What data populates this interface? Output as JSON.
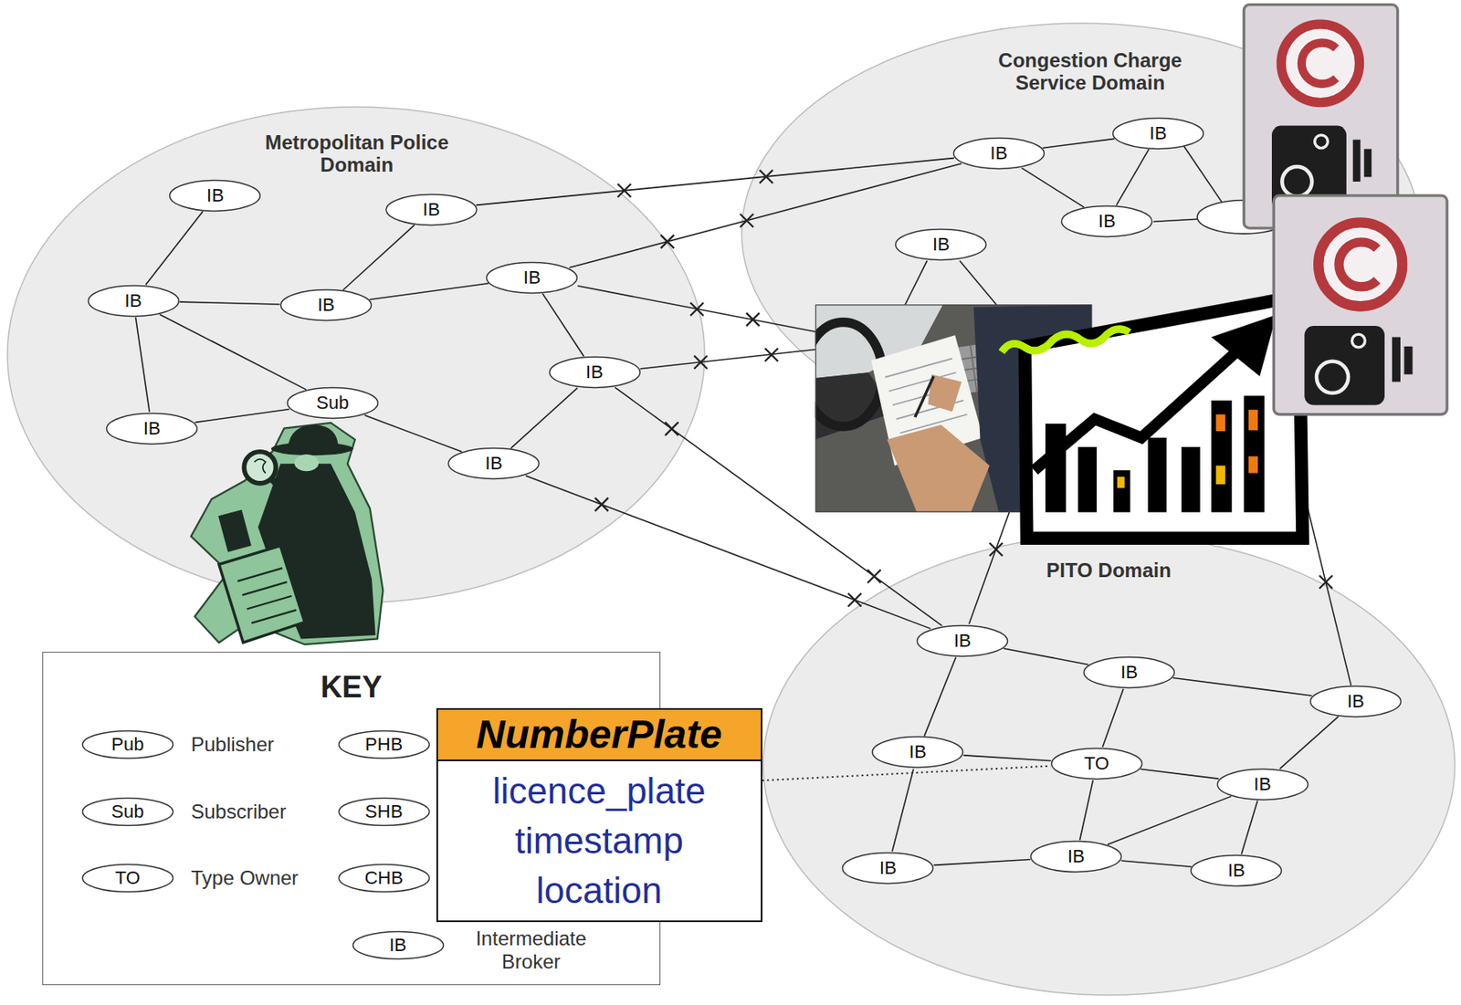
{
  "diagram": {
    "nodes": [
      {
        "text": [
          "Metropolitan Police Domain"
        ]
      },
      {
        "text": [
          "IB"
        ],
        "in": 0
      },
      {
        "text": [
          "IB"
        ],
        "in": 0
      },
      {
        "text": [
          "IB"
        ],
        "in": 0
      },
      {
        "text": [
          "IB"
        ],
        "in": 0
      },
      {
        "text": [
          "IB"
        ],
        "in": 0
      },
      {
        "text": [
          "IB"
        ],
        "in": 0
      },
      {
        "text": [
          "Sub"
        ],
        "in": 0
      },
      {
        "text": [
          "IB"
        ],
        "in": 0
      },
      {
        "text": [
          "IB"
        ],
        "in": 0
      },
      {
        "text": [
          "Congestion Charge Service Domain"
        ]
      },
      {
        "text": [
          "IB"
        ],
        "in": 10
      },
      {
        "text": [
          "IB"
        ],
        "in": 10
      },
      {
        "text": [
          "IB"
        ],
        "in": 10
      },
      {
        "text": [
          "IB"
        ],
        "in": 10
      },
      {
        "text": [
          "PITO Domain"
        ]
      },
      {
        "text": [
          "IB"
        ],
        "in": 15
      },
      {
        "text": [
          "IB"
        ],
        "in": 15
      },
      {
        "text": [
          "IB"
        ],
        "in": 15
      },
      {
        "text": [
          "IB"
        ],
        "in": 15
      },
      {
        "text": [
          "TO"
        ],
        "in": 15
      },
      {
        "text": [
          "IB"
        ],
        "in": 15
      },
      {
        "text": [
          "IB"
        ],
        "in": 15
      },
      {
        "text": [
          "IB"
        ],
        "in": 15
      },
      {
        "text": [
          "IB"
        ],
        "in": 15
      },
      {
        "text": [
          "NumberPlate",
          "licence_plate timestamp location"
        ]
      }
    ],
    "edges": [
      {
        "from": 1,
        "to": 4,
        "arrow": "none"
      },
      {
        "from": 2,
        "to": 5,
        "arrow": "none"
      },
      {
        "from": 4,
        "to": 5,
        "arrow": "none"
      },
      {
        "from": 5,
        "to": 3,
        "arrow": "none"
      },
      {
        "from": 3,
        "to": 6,
        "arrow": "none"
      },
      {
        "from": 6,
        "to": 9,
        "arrow": "none"
      },
      {
        "from": 4,
        "to": 8,
        "arrow": "none"
      },
      {
        "from": 4,
        "to": 7,
        "arrow": "none"
      },
      {
        "from": 8,
        "to": 7,
        "arrow": "none"
      },
      {
        "from": 7,
        "to": 9,
        "arrow": "none"
      },
      {
        "from": 2,
        "to": 12,
        "arrow": "none"
      },
      {
        "from": 3,
        "to": 12,
        "arrow": "none"
      },
      {
        "from": 6,
        "to": 16,
        "arrow": "none"
      },
      {
        "from": 9,
        "to": 16,
        "arrow": "none"
      },
      {
        "from": 12,
        "to": 11,
        "arrow": "none"
      },
      {
        "from": 12,
        "to": 13,
        "arrow": "none"
      },
      {
        "from": 11,
        "to": 13,
        "arrow": "none"
      },
      {
        "from": 16,
        "to": 17,
        "arrow": "none"
      },
      {
        "from": 17,
        "to": 18,
        "arrow": "none"
      },
      {
        "from": 16,
        "to": 19,
        "arrow": "none"
      },
      {
        "from": 17,
        "to": 20,
        "arrow": "none"
      },
      {
        "from": 19,
        "to": 20,
        "arrow": "none"
      },
      {
        "from": 20,
        "to": 21,
        "arrow": "none"
      },
      {
        "from": 18,
        "to": 21,
        "arrow": "none"
      },
      {
        "from": 19,
        "to": 24,
        "arrow": "none"
      },
      {
        "from": 24,
        "to": 22,
        "arrow": "none"
      },
      {
        "from": 20,
        "to": 22,
        "arrow": "none"
      },
      {
        "from": 22,
        "to": 21,
        "arrow": "none"
      },
      {
        "from": 21,
        "to": 23,
        "arrow": "none"
      },
      {
        "from": 22,
        "to": 23,
        "arrow": "none"
      },
      {
        "from": 25,
        "to": 20,
        "arrow": "none"
      }
    ],
    "labels": [
      "KEY",
      "Pub",
      "Sub",
      "TO",
      "PHB",
      "SHB",
      "CHB",
      "IB"
    ],
    "legend": [
      {
        "text": "Publisher"
      },
      {
        "text": "Subscriber"
      },
      {
        "text": "Type Owner"
      },
      {
        "text": "Intermediate Broker"
      }
    ]
  }
}
